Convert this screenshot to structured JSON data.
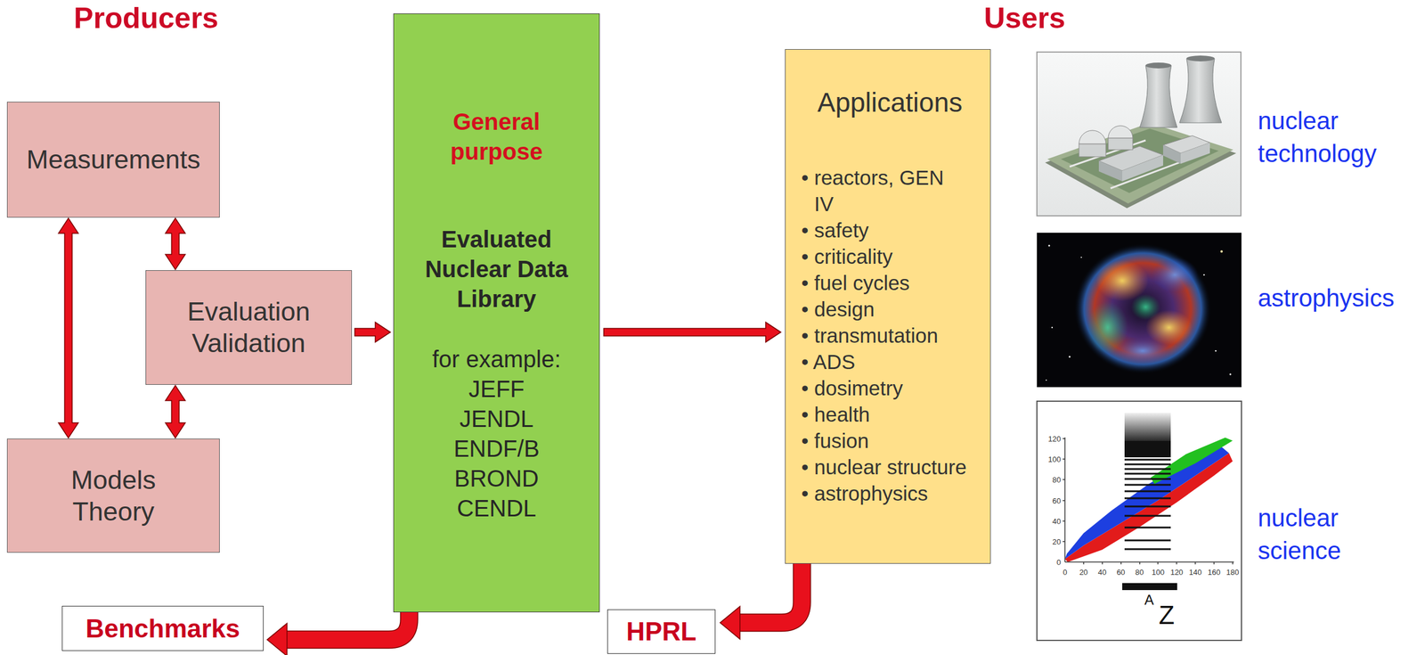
{
  "diagram": {
    "nodes": [
      {
        "text": [
          "Measurements"
        ]
      },
      {
        "text": [
          "Evaluation Validation"
        ]
      },
      {
        "text": [
          "Models Theory"
        ]
      },
      {
        "text": [
          "General purpose",
          "Evaluated Nuclear Data Library",
          "for example:",
          "JEFF",
          "JENDL",
          "ENDF/B",
          "BROND",
          "CENDL"
        ]
      },
      {
        "text": [
          "Applications",
          "• reactors, GEN IV",
          "• safety",
          "• criticality",
          "• fuel cycles",
          "• design",
          "• transmutation",
          "• ADS",
          "• dosimetry",
          "• health",
          "• fusion",
          "• nuclear structure",
          "• astrophysics"
        ]
      },
      {
        "text": [
          "Benchmarks"
        ]
      },
      {
        "text": [
          "HPRL"
        ]
      }
    ],
    "edges": [
      {
        "from": 0,
        "to": 2,
        "arrow": "both"
      },
      {
        "from": 0,
        "to": 1,
        "arrow": "both"
      },
      {
        "from": 1,
        "to": 2,
        "arrow": "both"
      },
      {
        "from": 1,
        "to": 3,
        "arrow": "to"
      },
      {
        "from": 3,
        "to": 4,
        "arrow": "to"
      },
      {
        "from": 3,
        "to": 5,
        "arrow": "to"
      },
      {
        "from": 4,
        "to": 6,
        "arrow": "to"
      }
    ],
    "labels": [
      "Producers",
      "Users",
      "nuclear technology",
      "astrophysics",
      "nuclear science",
      "120",
      "100",
      "80",
      "60",
      "40",
      "20",
      "0",
      "0",
      "20",
      "40",
      "60",
      "80",
      "100",
      "120",
      "140",
      "160",
      "180",
      "A",
      "Z"
    ]
  }
}
